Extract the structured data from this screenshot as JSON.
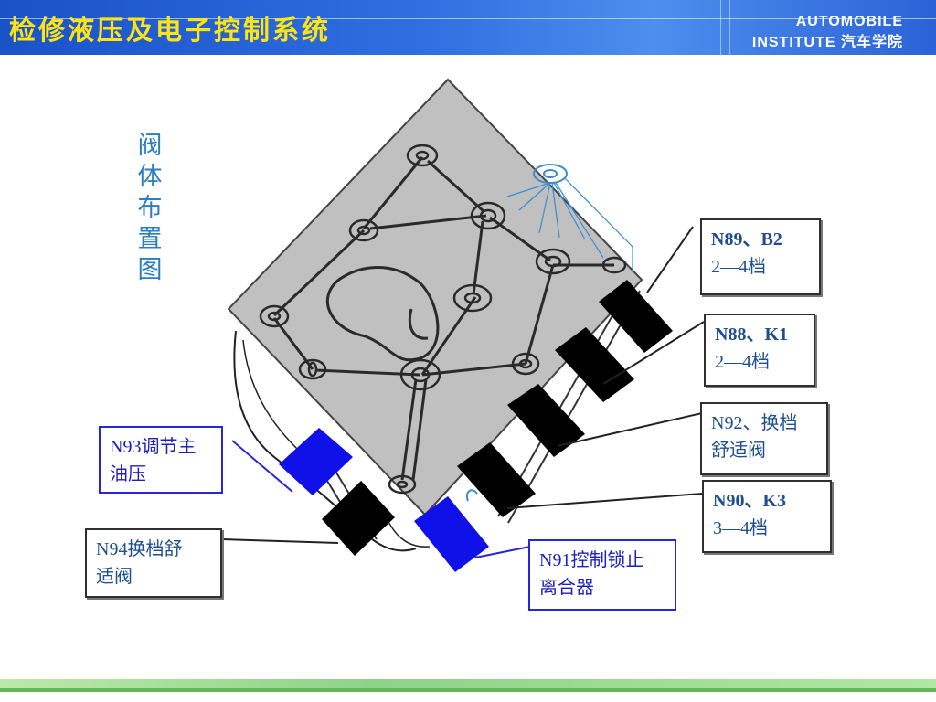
{
  "header": {
    "title": "检修液压及电子控制系统",
    "brand_line1": "AUTOMOBILE",
    "brand_line2": "INSTITUTE 汽车学院"
  },
  "slide": {
    "vertical_title": [
      "阀",
      "体",
      "布",
      "置",
      "图"
    ]
  },
  "labels": {
    "n89": {
      "line1": "N89、B2",
      "line2": "2—4档"
    },
    "n88": {
      "line1": "N88、K1",
      "line2": "2—4档"
    },
    "n92": {
      "line1": "N92、换档",
      "line2": "舒适阀"
    },
    "n90": {
      "line1": "N90、K3",
      "line2": "3—4档"
    },
    "n93": {
      "line1": "N93调节主",
      "line2": "油压"
    },
    "n94": {
      "line1": "N94换档舒",
      "line2": "适阀"
    },
    "n91": {
      "line1": "N91控制锁止",
      "line2": "离合器"
    }
  },
  "colors": {
    "header_blue": "#2b63d6",
    "title_yellow": "#ffe414",
    "valve_body_gray": "#c0c0c0",
    "solenoid_black": "#000000",
    "solenoid_blue": "#1010e8",
    "label_text_blue": "#1f4f90",
    "footer_green": "#8fd28a"
  }
}
